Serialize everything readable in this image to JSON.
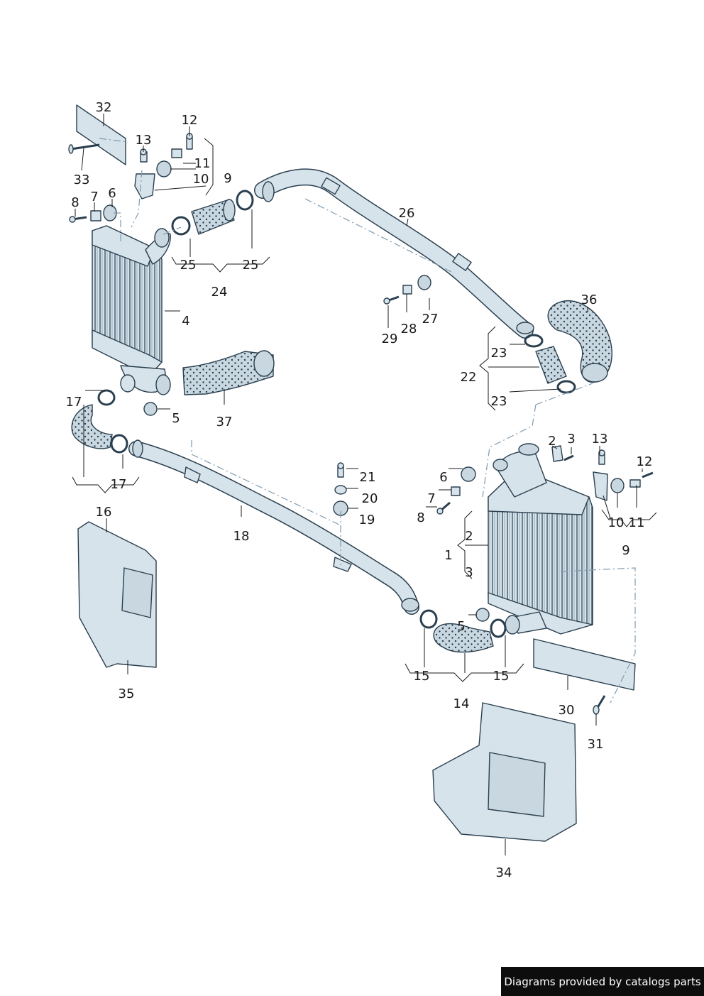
{
  "callouts": {
    "c1": "1",
    "c2": "2",
    "c3": "3",
    "c4": "4",
    "c5": "5",
    "c6": "6",
    "c7": "7",
    "c8": "8",
    "c9": "9",
    "c10": "10",
    "c11": "11",
    "c12": "12",
    "c13": "13",
    "c14": "14",
    "c15": "15",
    "c16": "16",
    "c17": "17",
    "c18": "18",
    "c19": "19",
    "c20": "20",
    "c21": "21",
    "c22": "22",
    "c23": "23",
    "c24": "24",
    "c25": "25",
    "c26": "26",
    "c27": "27",
    "c28": "28",
    "c29": "29",
    "c30": "30",
    "c31": "31",
    "c32": "32",
    "c33": "33",
    "c34": "34",
    "c35": "35",
    "c36": "36",
    "c37": "37"
  },
  "footer": {
    "text": "Diagrams provided by catalogs parts"
  },
  "colors": {
    "part_fill": "#d7e3ea",
    "part_stroke": "#2a3f4f",
    "hose_fill": "#c9d8e0",
    "leader": "#1a1a1a",
    "dashed": "#7f9bb0"
  }
}
